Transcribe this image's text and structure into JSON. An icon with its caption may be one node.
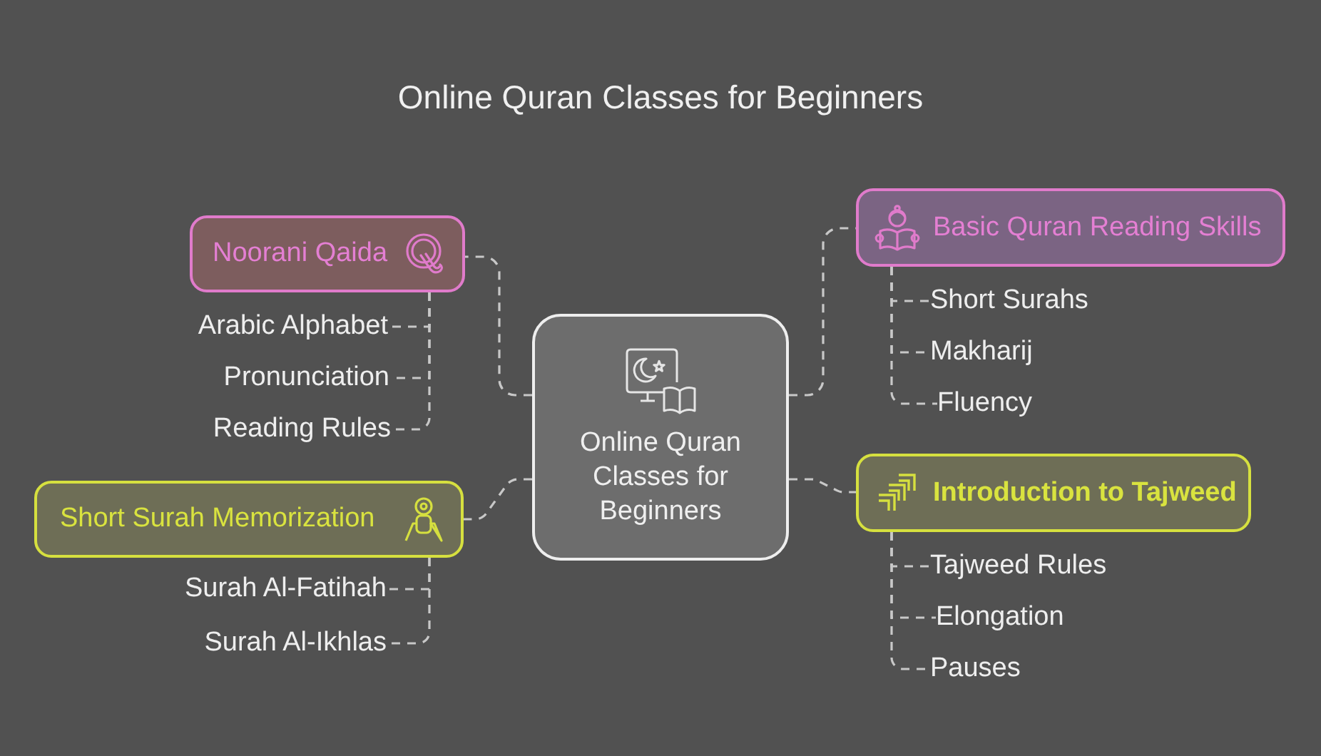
{
  "diagram": {
    "title": "Online Quran Classes for Beginners",
    "nodes": [
      {
        "text": [
          "Online Quran Classes for Beginners"
        ]
      },
      {
        "text": [
          "Noorani Qaida"
        ]
      },
      {
        "text": [
          "Arabic Alphabet"
        ]
      },
      {
        "text": [
          "Pronunciation"
        ]
      },
      {
        "text": [
          "Reading Rules"
        ]
      },
      {
        "text": [
          "Basic Quran Reading Skills"
        ]
      },
      {
        "text": [
          "Short Surahs"
        ]
      },
      {
        "text": [
          "Makharij"
        ]
      },
      {
        "text": [
          "Fluency"
        ]
      },
      {
        "text": [
          "Short Surah Memorization"
        ]
      },
      {
        "text": [
          "Surah Al-Fatihah"
        ]
      },
      {
        "text": [
          "Surah Al-Ikhlas"
        ]
      },
      {
        "text": [
          "Introduction to Tajweed"
        ]
      },
      {
        "text": [
          "Tajweed Rules"
        ]
      },
      {
        "text": [
          "Elongation"
        ]
      },
      {
        "text": [
          "Pauses"
        ]
      }
    ],
    "edges": [
      {
        "from": 0,
        "to": 1,
        "arrow": "none",
        "style": "dashed"
      },
      {
        "from": 0,
        "to": 5,
        "arrow": "none",
        "style": "dashed"
      },
      {
        "from": 0,
        "to": 9,
        "arrow": "none",
        "style": "dashed"
      },
      {
        "from": 0,
        "to": 12,
        "arrow": "none",
        "style": "dashed"
      },
      {
        "from": 1,
        "to": 2,
        "arrow": "none",
        "style": "dashed"
      },
      {
        "from": 1,
        "to": 3,
        "arrow": "none",
        "style": "dashed"
      },
      {
        "from": 1,
        "to": 4,
        "arrow": "none",
        "style": "dashed"
      },
      {
        "from": 5,
        "to": 6,
        "arrow": "none",
        "style": "dashed"
      },
      {
        "from": 5,
        "to": 7,
        "arrow": "none",
        "style": "dashed"
      },
      {
        "from": 5,
        "to": 8,
        "arrow": "none",
        "style": "dashed"
      },
      {
        "from": 9,
        "to": 10,
        "arrow": "none",
        "style": "dashed"
      },
      {
        "from": 9,
        "to": 11,
        "arrow": "none",
        "style": "dashed"
      },
      {
        "from": 12,
        "to": 13,
        "arrow": "none",
        "style": "dashed"
      },
      {
        "from": 12,
        "to": 14,
        "arrow": "none",
        "style": "dashed"
      },
      {
        "from": 12,
        "to": 15,
        "arrow": "none",
        "style": "dashed"
      }
    ]
  }
}
